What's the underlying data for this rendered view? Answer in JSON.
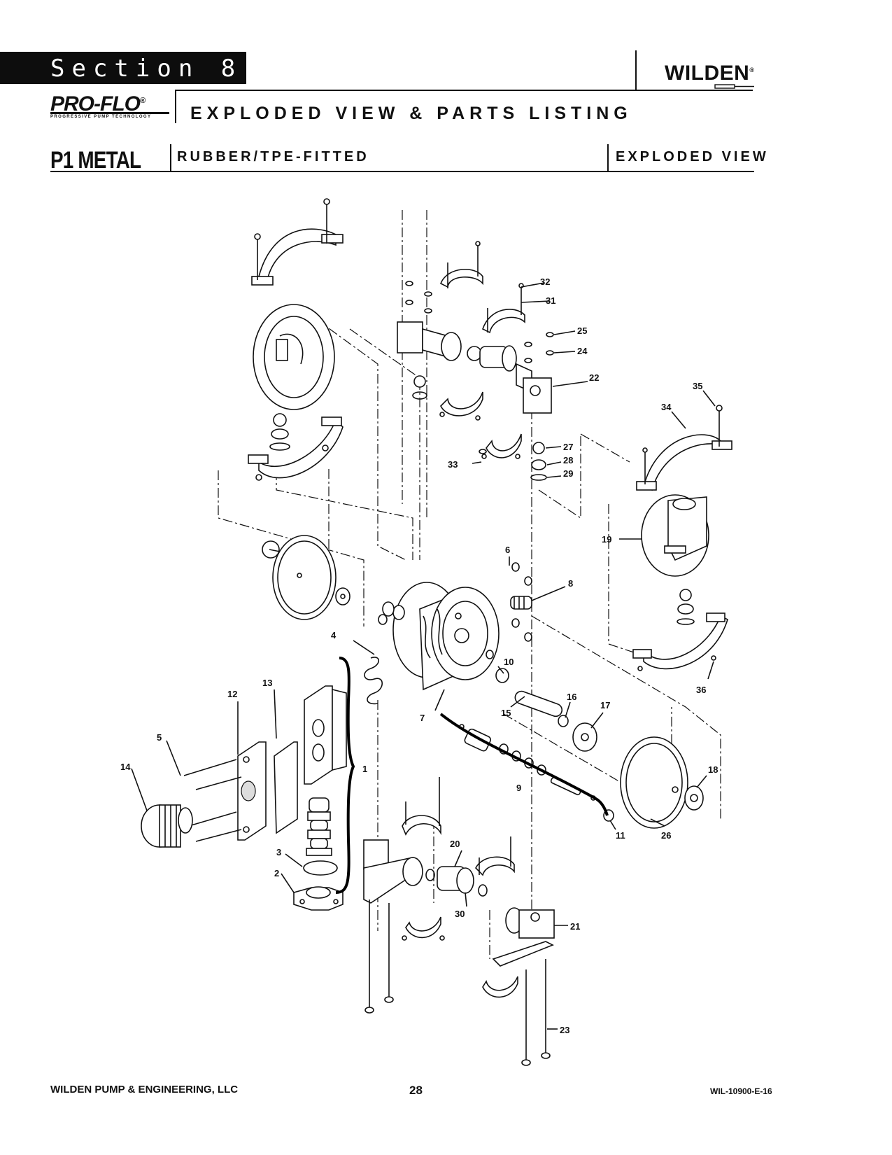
{
  "header": {
    "section": "Section 8",
    "brand_left": "PRO-FLO",
    "brand_tagline": "PROGRESSIVE PUMP TECHNOLOGY",
    "brand_right": "WILDEN",
    "title": "EXPLODED VIEW & PARTS LISTING",
    "model": "P1 METAL",
    "subtitle": "RUBBER/TPE-FITTED",
    "view": "EXPLODED VIEW"
  },
  "diagram": {
    "callouts": [
      "1",
      "2",
      "3",
      "4",
      "5",
      "6",
      "7",
      "8",
      "9",
      "10",
      "11",
      "12",
      "13",
      "14",
      "15",
      "16",
      "17",
      "18",
      "19",
      "20",
      "21",
      "22",
      "23",
      "24",
      "25",
      "26",
      "27",
      "28",
      "29",
      "30",
      "31",
      "32",
      "33",
      "34",
      "35",
      "36"
    ]
  },
  "footer": {
    "company": "WILDEN PUMP & ENGINEERING, LLC",
    "page": "28",
    "doc_id": "WIL-10900-E-16"
  }
}
